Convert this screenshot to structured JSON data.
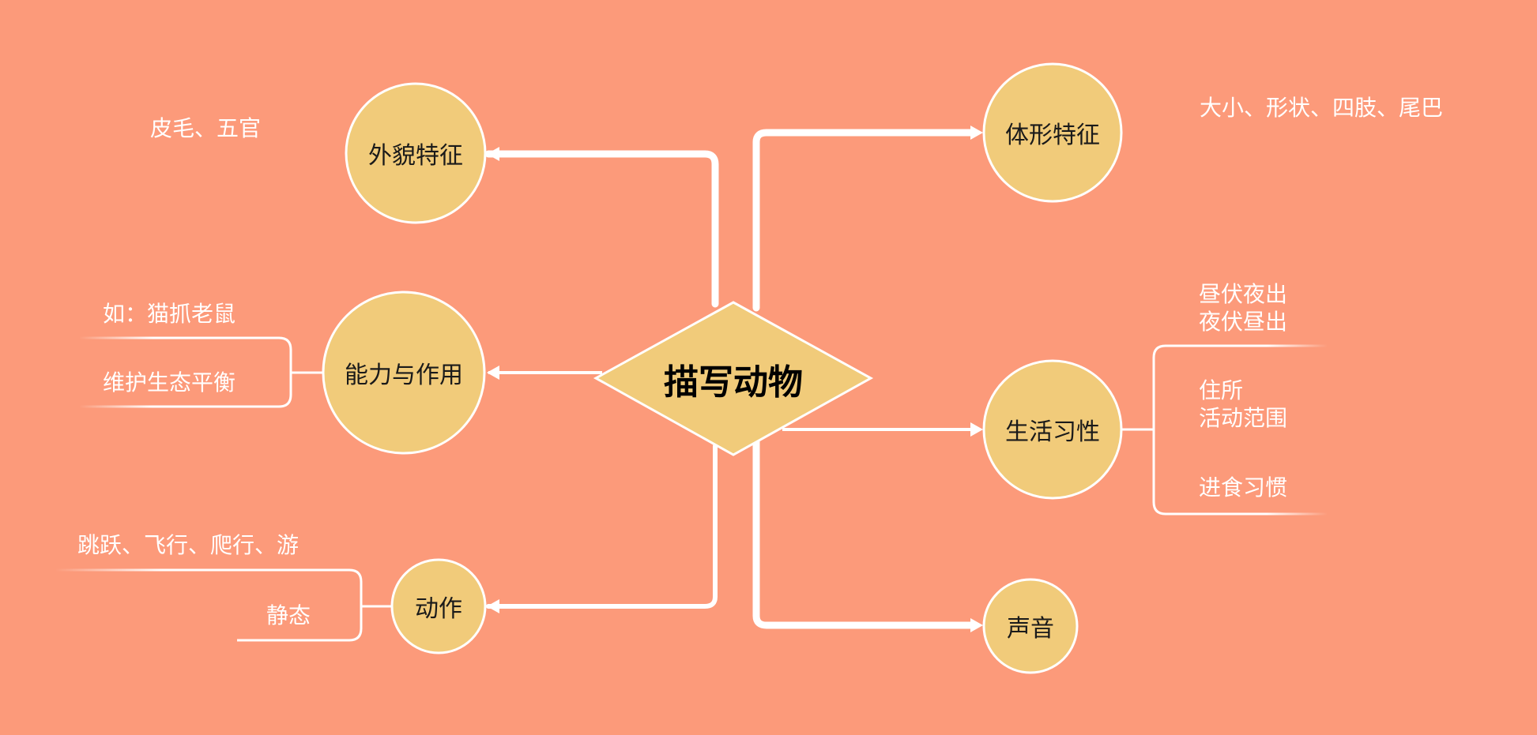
{
  "colors": {
    "background": "#fc9a7a",
    "node_fill": "#f1cb7a",
    "line": "#ffffff",
    "node_text": "#1a1a1a",
    "center_text": "#000000",
    "leaf_text": "#ffffff"
  },
  "center": {
    "label": "描写动物"
  },
  "left": {
    "appearance": {
      "label": "外貌特征",
      "details": [
        "皮毛、五官"
      ]
    },
    "ability": {
      "label": "能力与作用",
      "details": [
        "如：猫抓老鼠",
        "维护生态平衡"
      ]
    },
    "action": {
      "label": "动作",
      "details": [
        "跳跃、飞行、爬行、游",
        "静态"
      ]
    }
  },
  "right": {
    "body_shape": {
      "label": "体形特征",
      "details": [
        "大小、形状、四肢、尾巴"
      ]
    },
    "habits": {
      "label": "生活习性",
      "details": [
        {
          "line1": "昼伏夜出",
          "line2": "夜伏昼出"
        },
        {
          "line1": "住所",
          "line2": "活动范围"
        },
        {
          "line1": "进食习惯"
        }
      ]
    },
    "sound": {
      "label": "声音"
    }
  }
}
